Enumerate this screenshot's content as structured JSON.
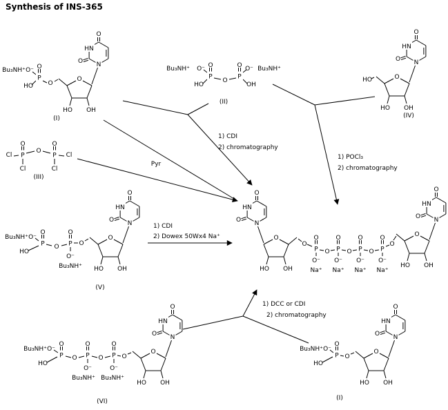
{
  "title": "Synthesis of INS-365",
  "glyphs": {
    "O": "O",
    "P": "P",
    "N": "N",
    "HN": "HN",
    "HO": "HO",
    "OH": "OH",
    "O_minus": "O⁻",
    "Cl": "Cl",
    "Bu3NH": "Bu₃NH⁺",
    "Na": "Na⁺"
  },
  "compounds": {
    "I_top": {
      "label": "(I)"
    },
    "II": {
      "label": "(II)"
    },
    "III": {
      "label": "(III)"
    },
    "IV": {
      "label": "(IV)"
    },
    "V": {
      "label": "(V)"
    },
    "VI": {
      "label": "(VI)"
    },
    "I_bottom": {
      "label": "(I)"
    }
  },
  "conditions": {
    "cdi_chromatography": {
      "line1": "1) CDI",
      "line2": "2) chromatography"
    },
    "pocl3_chromatography": {
      "line1": "1) POCl₃",
      "line2": "2) chromatography"
    },
    "pyr": {
      "label": "Pyr"
    },
    "cdi_dowex": {
      "line1": "1) CDI",
      "line2": "2) Dowex 50Wx4 Na⁺"
    },
    "dcc_or_cdi_chromatography": {
      "line1": "1) DCC or CDI",
      "line2": "2) chromatography"
    }
  }
}
